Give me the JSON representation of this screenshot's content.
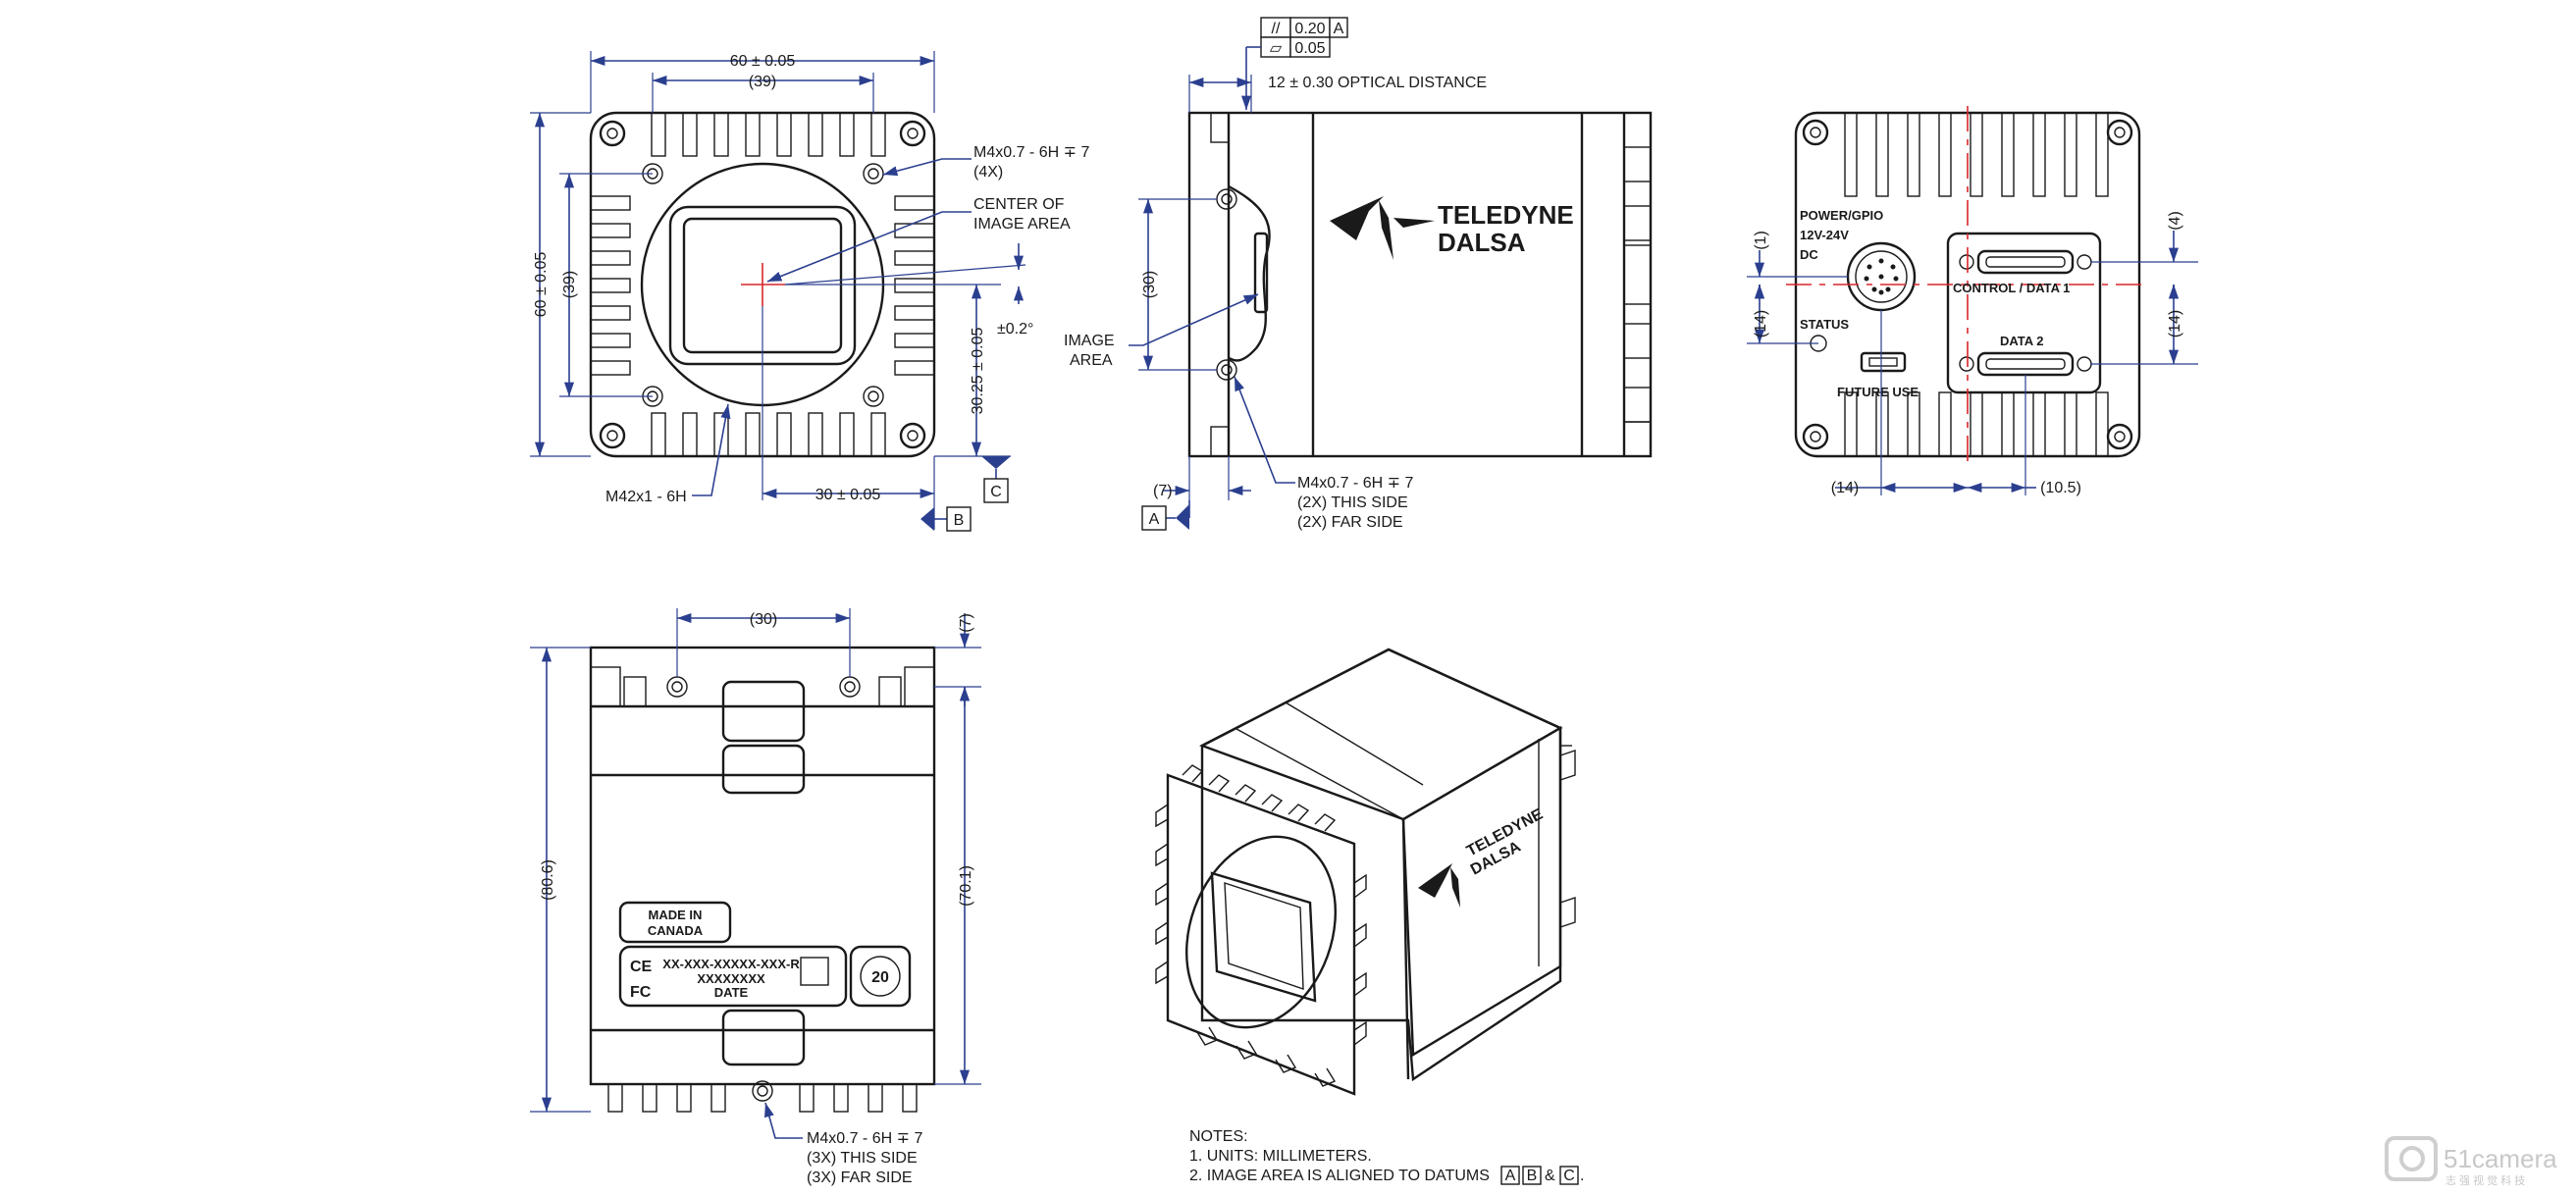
{
  "front_view": {
    "dim_width": "60 ± 0.05",
    "dim_hole_spacing_h": "(39)",
    "dim_height": "60 ± 0.05",
    "dim_hole_spacing_v": "(39)",
    "dim_offset_v": "30.25 ± 0.05",
    "dim_offset_h": "30 ± 0.05",
    "note_mount_holes_1": "M4x0.7 - 6H ∓ 7",
    "note_mount_holes_2": "(4X)",
    "note_center_1": "CENTER OF",
    "note_center_2": "IMAGE AREA",
    "note_angle": "±0.2°",
    "note_lens_mount": "M42x1 - 6H",
    "datum_b": "B",
    "datum_c": "C"
  },
  "side_view": {
    "tol_parallel_symbol": "//",
    "tol_parallel_value": "0.20",
    "tol_parallel_datum": "A",
    "tol_flat_symbol": "▱",
    "tol_flat_value": "0.05",
    "dim_optical": "12 ± 0.30 OPTICAL DISTANCE",
    "dim_hole_spacing": "(30)",
    "dim_flange": "(7)",
    "note_image_area_1": "IMAGE",
    "note_image_area_2": "AREA",
    "note_holes_1": "M4x0.7 - 6H ∓ 7",
    "note_holes_2": "(2X) THIS SIDE",
    "note_holes_3": "(2X) FAR SIDE",
    "datum_a": "A",
    "logo_line_1": "TELEDYNE",
    "logo_line_2": "DALSA"
  },
  "rear_view": {
    "label_power_1": "POWER/GPIO",
    "label_power_2": "12V-24V",
    "label_power_3": "DC",
    "label_status": "STATUS",
    "label_future_use": "FUTURE USE",
    "label_control": "CONTROL / DATA 1",
    "label_data2": "DATA 2",
    "dim_top_right": "(4)",
    "dim_right": "(14)",
    "dim_left_top": "(1)",
    "dim_left": "(14)",
    "dim_bottom_left": "(14)",
    "dim_bottom_right": "(10.5)"
  },
  "bottom_view": {
    "dim_hole_spacing": "(30)",
    "dim_top": "(7)",
    "dim_total_length": "(80.6)",
    "dim_body_length": "(70.1)",
    "label_made_in_1": "MADE IN",
    "label_made_in_2": "CANADA",
    "label_model": "XX-XXX-XXXXX-XXX-R",
    "label_serial": "XXXXXXXX",
    "label_date": "DATE",
    "label_ce": "CE",
    "label_fc": "FC",
    "label_rohs": "20",
    "note_holes_1": "M4x0.7 - 6H ∓ 7",
    "note_holes_2": "(3X) THIS SIDE",
    "note_holes_3": "(3X) FAR SIDE"
  },
  "iso_view": {
    "logo_line_1": "TELEDYNE",
    "logo_line_2": "DALSA"
  },
  "notes": {
    "heading": "NOTES:",
    "note_1": "1. UNITS: MILLIMETERS.",
    "note_2": "2. IMAGE AREA IS ALIGNED TO DATUMS",
    "datum_a": "A",
    "datum_b": "B",
    "amp": "&",
    "datum_c": "C",
    "period": "."
  },
  "watermark": {
    "brand": "51camera",
    "sub": "志 强 视 觉 科 技"
  },
  "colors": {
    "dimension": "#2b3f8f",
    "centerline": "#d9262b",
    "outline": "#1a1a1a"
  }
}
